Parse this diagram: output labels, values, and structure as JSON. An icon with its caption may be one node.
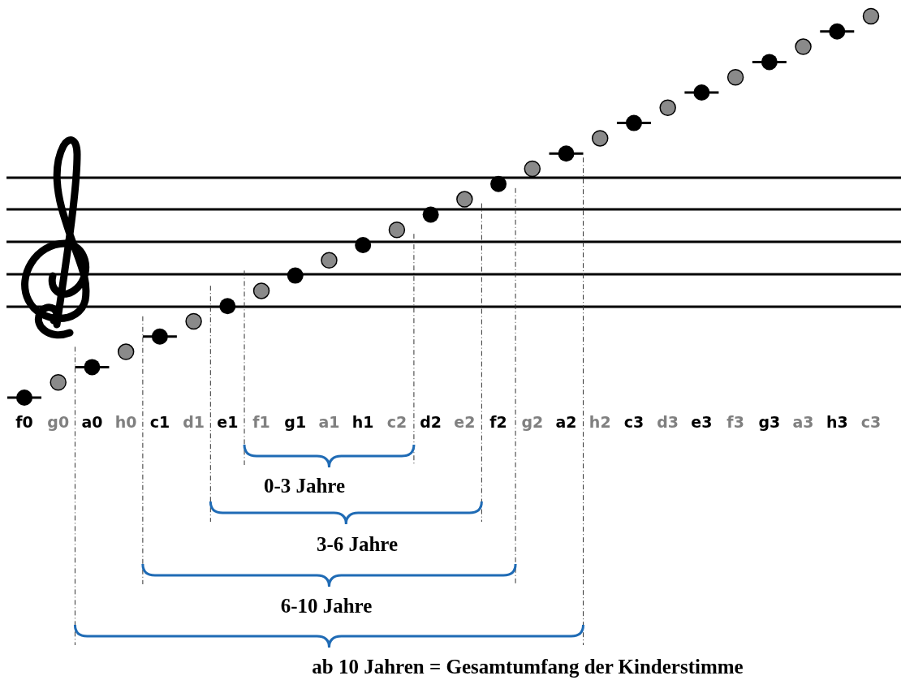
{
  "diagram": {
    "labels": [
      "f0",
      "g0",
      "a0",
      "h0",
      "c1",
      "d1",
      "e1",
      "f1",
      "g1",
      "a1",
      "h1",
      "c2",
      "d2",
      "e2",
      "f2",
      "g2",
      "a2",
      "h2",
      "c3",
      "d3",
      "e3",
      "f3",
      "g3",
      "a3",
      "h3",
      "c3",
      "0-3 Jahre",
      "3-6 Jahre",
      "6-10 Jahre",
      "ab 10 Jahren = Gesamtumfang der Kinderstimme"
    ]
  }
}
